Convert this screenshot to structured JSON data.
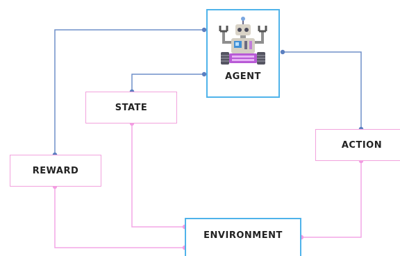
{
  "diagram": {
    "nodes": {
      "agent": {
        "label": "AGENT",
        "icon": "robot-icon"
      },
      "state": {
        "label": "STATE"
      },
      "action": {
        "label": "ACTION"
      },
      "reward": {
        "label": "REWARD"
      },
      "environment": {
        "label": "ENVIRONMENT"
      }
    },
    "edges": [
      {
        "from": "agent",
        "to": "action",
        "color": "#5b7fc0"
      },
      {
        "from": "agent",
        "to": "state",
        "color": "#5b7fc0"
      },
      {
        "from": "agent",
        "to": "reward",
        "color": "#5b7fc0"
      },
      {
        "from": "state",
        "to": "environment",
        "color": "#f39be3"
      },
      {
        "from": "reward",
        "to": "environment",
        "color": "#f39be3"
      },
      {
        "from": "action",
        "to": "environment",
        "color": "#f39be3"
      }
    ],
    "colors": {
      "agent_links": "#5b7fc0",
      "environment_links": "#f39be3",
      "box_border_pink": "#f2a2dd",
      "box_border_blue": "#4fb3ea"
    }
  }
}
